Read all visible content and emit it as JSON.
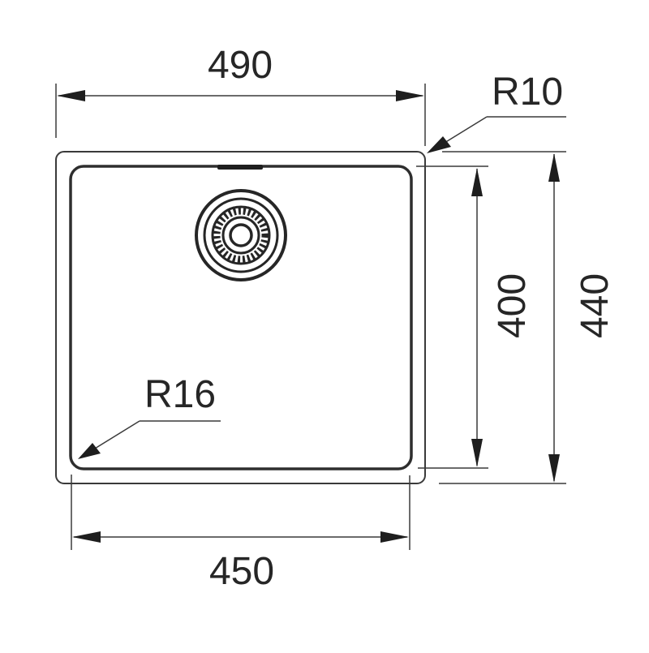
{
  "drawing": {
    "subject": "sink-bowl",
    "line_color": "#3a3a3a",
    "background": "#ffffff"
  },
  "dimensions": {
    "overall_width": {
      "label": "490",
      "value": 490,
      "unit": "mm"
    },
    "bowl_width": {
      "label": "450",
      "value": 450,
      "unit": "mm"
    },
    "bowl_depth": {
      "label": "400",
      "value": 400,
      "unit": "mm"
    },
    "overall_depth": {
      "label": "440",
      "value": 440,
      "unit": "mm"
    },
    "outer_corner_radius": {
      "label": "R10",
      "value": 10,
      "unit": "mm"
    },
    "bowl_corner_radius": {
      "label": "R16",
      "value": 16,
      "unit": "mm"
    }
  },
  "features": {
    "drain": "drain-strainer-icon",
    "overflow": "overflow-slot"
  }
}
